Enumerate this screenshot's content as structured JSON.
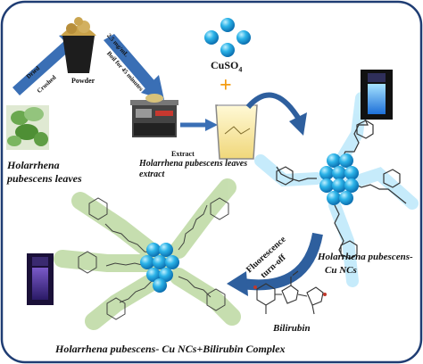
{
  "step_labels": {
    "dried": "Dried",
    "crushed": "Crushed",
    "powder": "Powder",
    "concentration": "2.5 mg/mL",
    "boil": "Boil for 45 minutes",
    "extract": "Extract",
    "plus": "+"
  },
  "reagent": {
    "formula": "CuSO",
    "subscript": "4"
  },
  "captions": {
    "leaves_line1": "Holarrhena",
    "leaves_line2": "pubescens leaves",
    "extract_line1": "Holarrhena pubescens leaves",
    "extract_line2": "extract",
    "ncs_line1": "Holarrhena pubescens-",
    "ncs_line2": "Cu NCs",
    "bilirubin": "Bilirubin",
    "fluorescence_line1": "Fluorescence",
    "fluorescence_line2": "turn-off",
    "complex": "Holarrhena pubescens- Cu NCs+Bilirubin Complex"
  },
  "colors": {
    "frame": "#1f3d73",
    "arrow": "#2e5f9e",
    "cu_sphere": "#2bb3e8",
    "glow": "#7fd8ff",
    "bilirubin_shell": "#c8dfb0",
    "plus": "#f39c12",
    "vial_fluorescent": "#2f9bff",
    "vial_quenched": "#6a3fb0"
  }
}
